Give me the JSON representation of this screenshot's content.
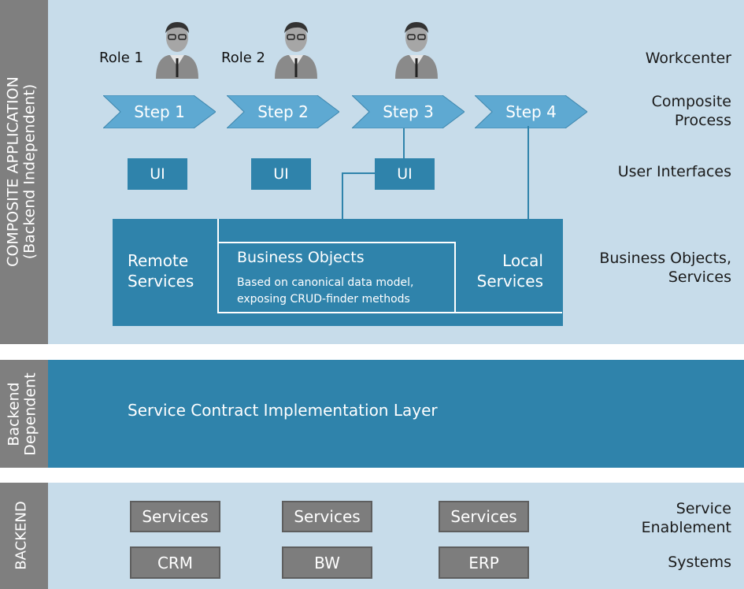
{
  "composite": {
    "vertical_label_line1": "COMPOSITE APPLICATION",
    "vertical_label_line2": "(Backend Independent)",
    "roles": [
      "Role 1",
      "Role 2"
    ],
    "steps": [
      "Step 1",
      "Step 2",
      "Step 3",
      "Step 4"
    ],
    "ui_label": "UI",
    "remote_services_line1": "Remote",
    "remote_services_line2": "Services",
    "business_objects_title": "Business Objects",
    "business_objects_desc_line1": "Based on canonical data model,",
    "business_objects_desc_line2": "exposing CRUD-finder methods",
    "local_services_line1": "Local",
    "local_services_line2": "Services",
    "side_workcenter": "Workcenter",
    "side_composite_line1": "Composite",
    "side_composite_line2": "Process",
    "side_user_interfaces": "User Interfaces",
    "side_bo_line1": "Business Objects,",
    "side_bo_line2": "Services"
  },
  "backend_dependent": {
    "vertical_label_line1": "Backend",
    "vertical_label_line2": "Dependent",
    "layer_label": "Service Contract Implementation Layer"
  },
  "backend": {
    "vertical_label": "BACKEND",
    "services_label": "Services",
    "systems": [
      "CRM",
      "BW",
      "ERP"
    ],
    "side_service_line1": "Service",
    "side_service_line2": "Enablement",
    "side_systems": "Systems"
  },
  "colors": {
    "light_blue": "#c7dcea",
    "teal": "#2f83ab",
    "gray_label": "#7f7f7f",
    "step_fill": "#5ea9d2"
  }
}
